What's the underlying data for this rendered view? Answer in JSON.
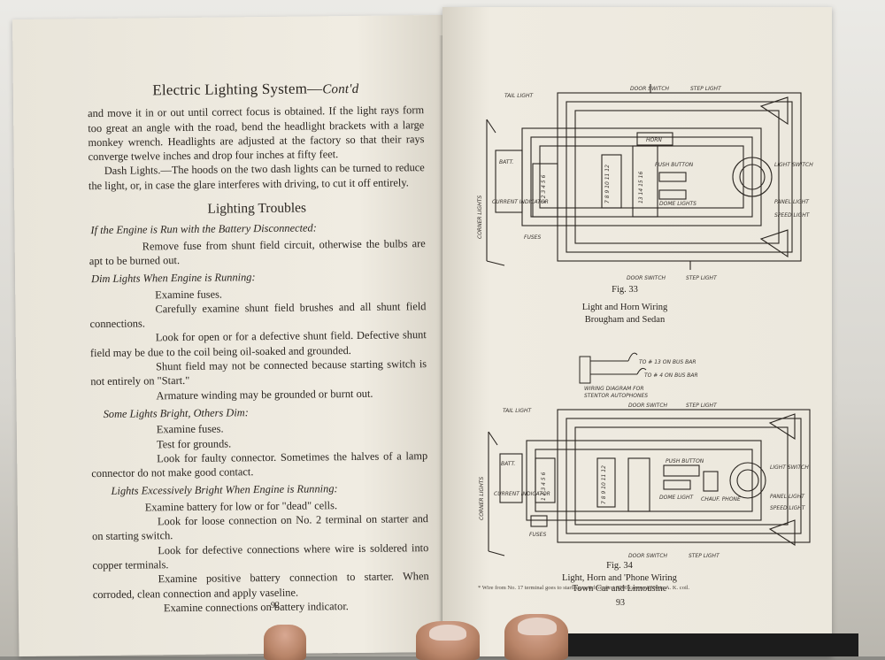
{
  "left_page": {
    "title": "Electric Lighting System—",
    "title_cont": "Cont'd",
    "intro_paragraph": "and move it in or out until correct focus is obtained.  If the light rays form too great an angle with the road, bend the headlight brackets with a large monkey wrench.  Headlights are adjusted at the factory so that their rays converge twelve inches and drop four inches at fifty feet.",
    "dash_paragraph": "Dash Lights.—The hoods on the two dash lights can be turned to reduce the light, or, in case the glare interferes with driving, to cut it off entirely.",
    "troubles_heading": "Lighting Troubles",
    "s1_heading": "If the Engine is Run with the Battery Disconnected:",
    "s1_text": "Remove fuse from shunt field circuit, otherwise the bulbs are apt to be burned out.",
    "s2_heading": "Dim Lights When Engine is Running:",
    "s2_items": [
      "Examine fuses.",
      "Carefully examine shunt field brushes and all shunt field connections.",
      "Look for open or for a defective shunt field.  Defective shunt field may be due to the coil being oil-soaked and grounded.",
      "Shunt field may not be connected because starting switch is not entirely on \"Start.\"",
      "Armature winding may be grounded or burnt out."
    ],
    "s3_heading": "Some Lights Bright, Others Dim:",
    "s3_items": [
      "Examine fuses.",
      "Test for grounds.",
      "Look for faulty connector.  Sometimes the halves of a lamp connector do not make good contact."
    ],
    "s4_heading": "Lights Excessively Bright When Engine is Running:",
    "s4_items": [
      "Examine battery for low or for \"dead\" cells.",
      "Look for loose connection on No. 2 terminal on starter and on starting switch.",
      "Look for defective connections where wire is soldered into copper terminals.",
      "Examine positive battery connection to starter.  When corroded, clean connection and apply vaseline.",
      "Examine connections on battery indicator."
    ],
    "page_number": "92"
  },
  "right_page": {
    "fig33": {
      "labels": {
        "door_switch_top": "DOOR SWITCH",
        "step_light_top": "STEP LIGHT",
        "tail_light": "TAIL LIGHT",
        "batt": "BATT.",
        "current_indicator": "CURRENT INDICATOR",
        "corner_lights": "CORNER LIGHTS",
        "fuses": "FUSES",
        "horn": "HORN",
        "push_button": "PUSH BUTTON",
        "dome_lights": "DOME LIGHTS",
        "light_switch": "LIGHT SWITCH",
        "panel_light": "PANEL LIGHT",
        "speed_light": "SPEED LIGHT",
        "door_switch_bottom": "DOOR SWITCH",
        "step_light_bottom": "STEP LIGHT",
        "terminals_a": "1 2 3 4 5 6",
        "terminals_b": "7 8 9 10 11 12",
        "terminals_c": "13 14 15 16"
      },
      "fig_label": "Fig. 33",
      "caption_1": "Light and Horn Wiring",
      "caption_2": "Brougham and Sedan"
    },
    "mini": {
      "line1": "TO # 13 ON BUS BAR",
      "line2": "TO # 4 ON BUS BAR",
      "line3": "WIRING DIAGRAM FOR",
      "line4": "STENTOR AUTOPHONES"
    },
    "fig34": {
      "labels": {
        "door_switch_top": "DOOR SWITCH",
        "step_light_top": "STEP LIGHT",
        "tail_light": "TAIL LIGHT",
        "batt": "BATT.",
        "current_indicator": "CURRENT INDICATOR",
        "corner_lights": "CORNER LIGHTS",
        "fuses": "FUSES",
        "push_button": "PUSH BUTTON",
        "dome_light": "DOME LIGHT",
        "chauf_phone": "CHAUF. PHONE",
        "light_switch": "LIGHT SWITCH",
        "panel_light": "PANEL LIGHT",
        "speed_light": "SPEED LIGHT",
        "door_switch_bottom": "DOOR SWITCH",
        "step_light_bottom": "STEP LIGHT",
        "terminals_a": "1 2 3 4 5 6",
        "terminals_b": "7 8 9 10 11 12"
      },
      "fig_label": "Fig. 34",
      "caption_1": "Light, Horn and 'Phone Wiring",
      "caption_2": "Town Car and Limousine"
    },
    "footnote": "* Wire from No. 17 terminal goes to starting switch on first 8700 cars on 8700 to A. K. coil.",
    "page_number": "93"
  }
}
